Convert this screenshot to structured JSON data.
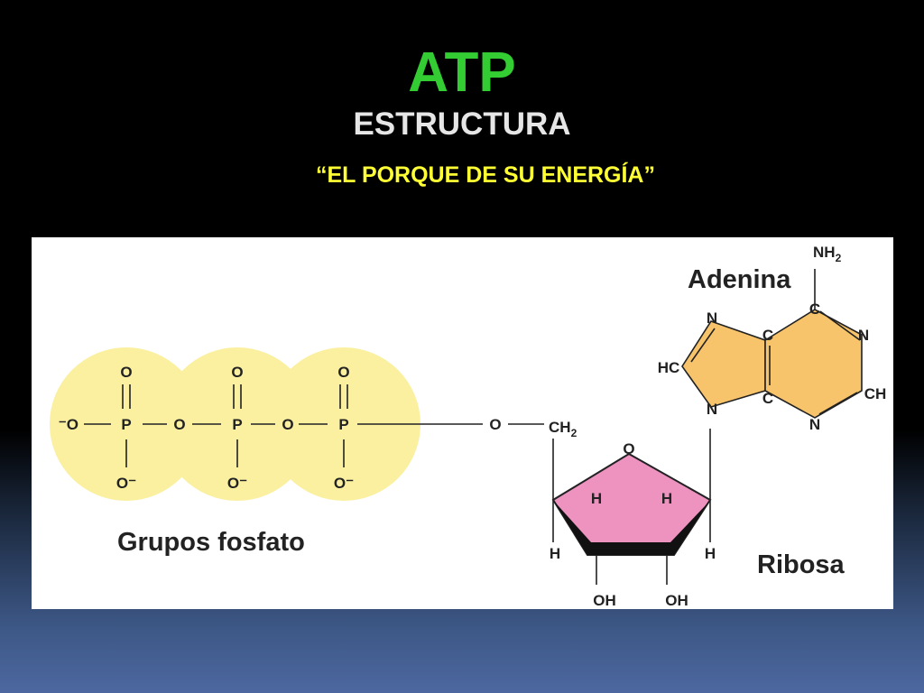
{
  "title": "ATP",
  "subtitle": "ESTRUCTURA",
  "tagline": "“EL PORQUE DE SU ENERGÍA”",
  "colors": {
    "title": "#33cc33",
    "tagline": "#ffff33",
    "phosphate_fill": "#faf0a0",
    "ribose_fill": "#ee92c0",
    "adenine_fill": "#f7c46b"
  },
  "labels": {
    "adenina": "Adenina",
    "ribosa": "Ribosa",
    "grupos_fosfato": "Grupos fosfato"
  },
  "atoms": {
    "o_minus_left": "⁻O",
    "p": "P",
    "o": "O",
    "o_minus": "O⁻",
    "ch2": "CH",
    "sub2": "2",
    "nh2": "NH",
    "h": "H",
    "oh": "OH",
    "n": "N",
    "c": "C",
    "hc": "HC",
    "ch": "CH"
  }
}
